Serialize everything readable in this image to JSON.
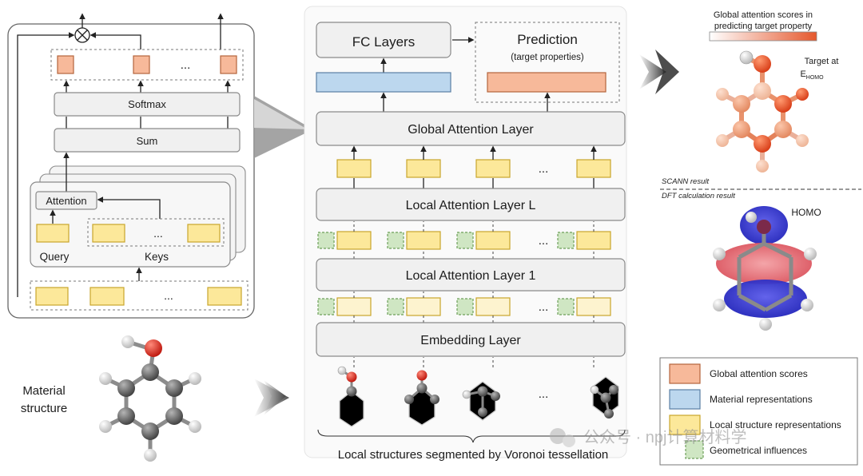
{
  "colors": {
    "local_repr": "#fce89a",
    "geom": "#cfe6c3",
    "global_score": "#f7b99a",
    "material_repr": "#bcd7ee",
    "box": "#f0f0f0",
    "oxygen": "#d8231a",
    "carbon": "#6d6d6d",
    "hydrogen": "#ffffff"
  },
  "left_panel": {
    "softmax": "Softmax",
    "sum": "Sum",
    "attention": "Attention",
    "query": "Query",
    "keys": "Keys",
    "ellipsis": "..."
  },
  "material": {
    "label_line1": "Material",
    "label_line2": "structure"
  },
  "center": {
    "fc_layers": "FC Layers",
    "prediction": "Prediction",
    "prediction_sub": "(target properties)",
    "global_attention": "Global Attention Layer",
    "local_attention_L": "Local Attention Layer L",
    "local_attention_1": "Local Attention Layer 1",
    "embedding": "Embedding Layer",
    "caption": "Local structures segmented by Voronoi tessellation",
    "ellipsis": "..."
  },
  "right": {
    "scale_title_line1": "Global attention scores in",
    "scale_title_line2": "predicting target property",
    "target_line1": "Target at",
    "target_E": "E",
    "target_sub": "HOMO",
    "scann_result": "SCANN result",
    "dft_result": "DFT calculation result",
    "homo_label": "HOMO"
  },
  "legend": {
    "items": [
      "Global attention scores",
      "Material representations",
      "Local structure representations",
      "Geometrical influences"
    ]
  },
  "watermark": "公众号 · npj计算材料学"
}
